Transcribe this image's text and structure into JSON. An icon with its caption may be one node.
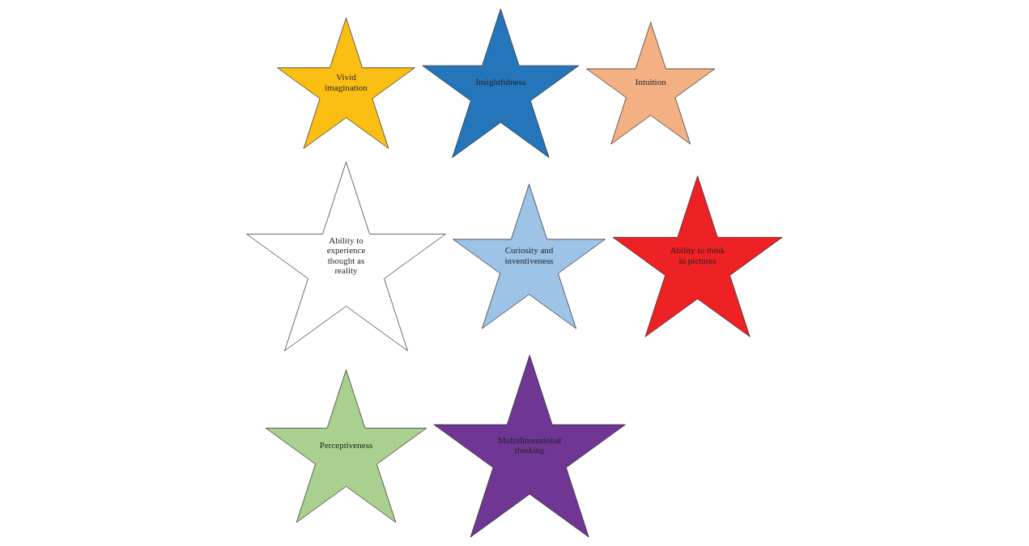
{
  "diagram": {
    "nodes": [
      {
        "text": [
          "Vivid imagination"
        ]
      },
      {
        "text": [
          "Insightfulness"
        ]
      },
      {
        "text": [
          "Intuition"
        ]
      },
      {
        "text": [
          "Ability to experience thought as reality"
        ]
      },
      {
        "text": [
          "Curiosity and inventiveness"
        ]
      },
      {
        "text": [
          "Ability to think in pictures"
        ]
      },
      {
        "text": [
          "Perceptiveness"
        ]
      },
      {
        "text": [
          "Multidimensional thinking"
        ]
      }
    ],
    "edges": []
  }
}
